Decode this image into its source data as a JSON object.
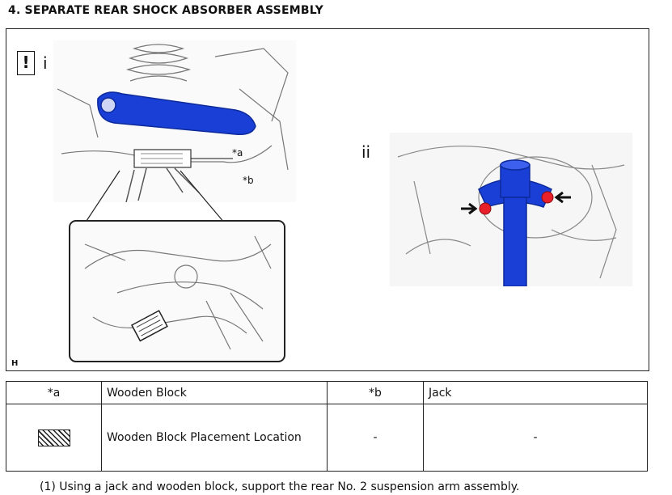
{
  "heading": "4. SEPARATE REAR SHOCK ABSORBER ASSEMBLY",
  "figure": {
    "warn_symbol": "!",
    "view_i": "i",
    "view_ii": "ii",
    "callout_a": "*a",
    "callout_b": "*b",
    "figure_letter": "H"
  },
  "legend": {
    "row1": {
      "key_a": "*a",
      "desc_a": "Wooden Block",
      "key_b": "*b",
      "desc_b": "Jack"
    },
    "row2": {
      "symbol": "hatch-pattern",
      "desc": "Wooden Block Placement Location",
      "col3": "-",
      "col4": "-"
    }
  },
  "step_text": "(1) Using a jack and wooden block, support the rear No. 2 suspension arm assembly.",
  "colors": {
    "part_highlight": "#1a3fd6",
    "bolt_marker": "#e8202a",
    "linework": "#555555"
  }
}
